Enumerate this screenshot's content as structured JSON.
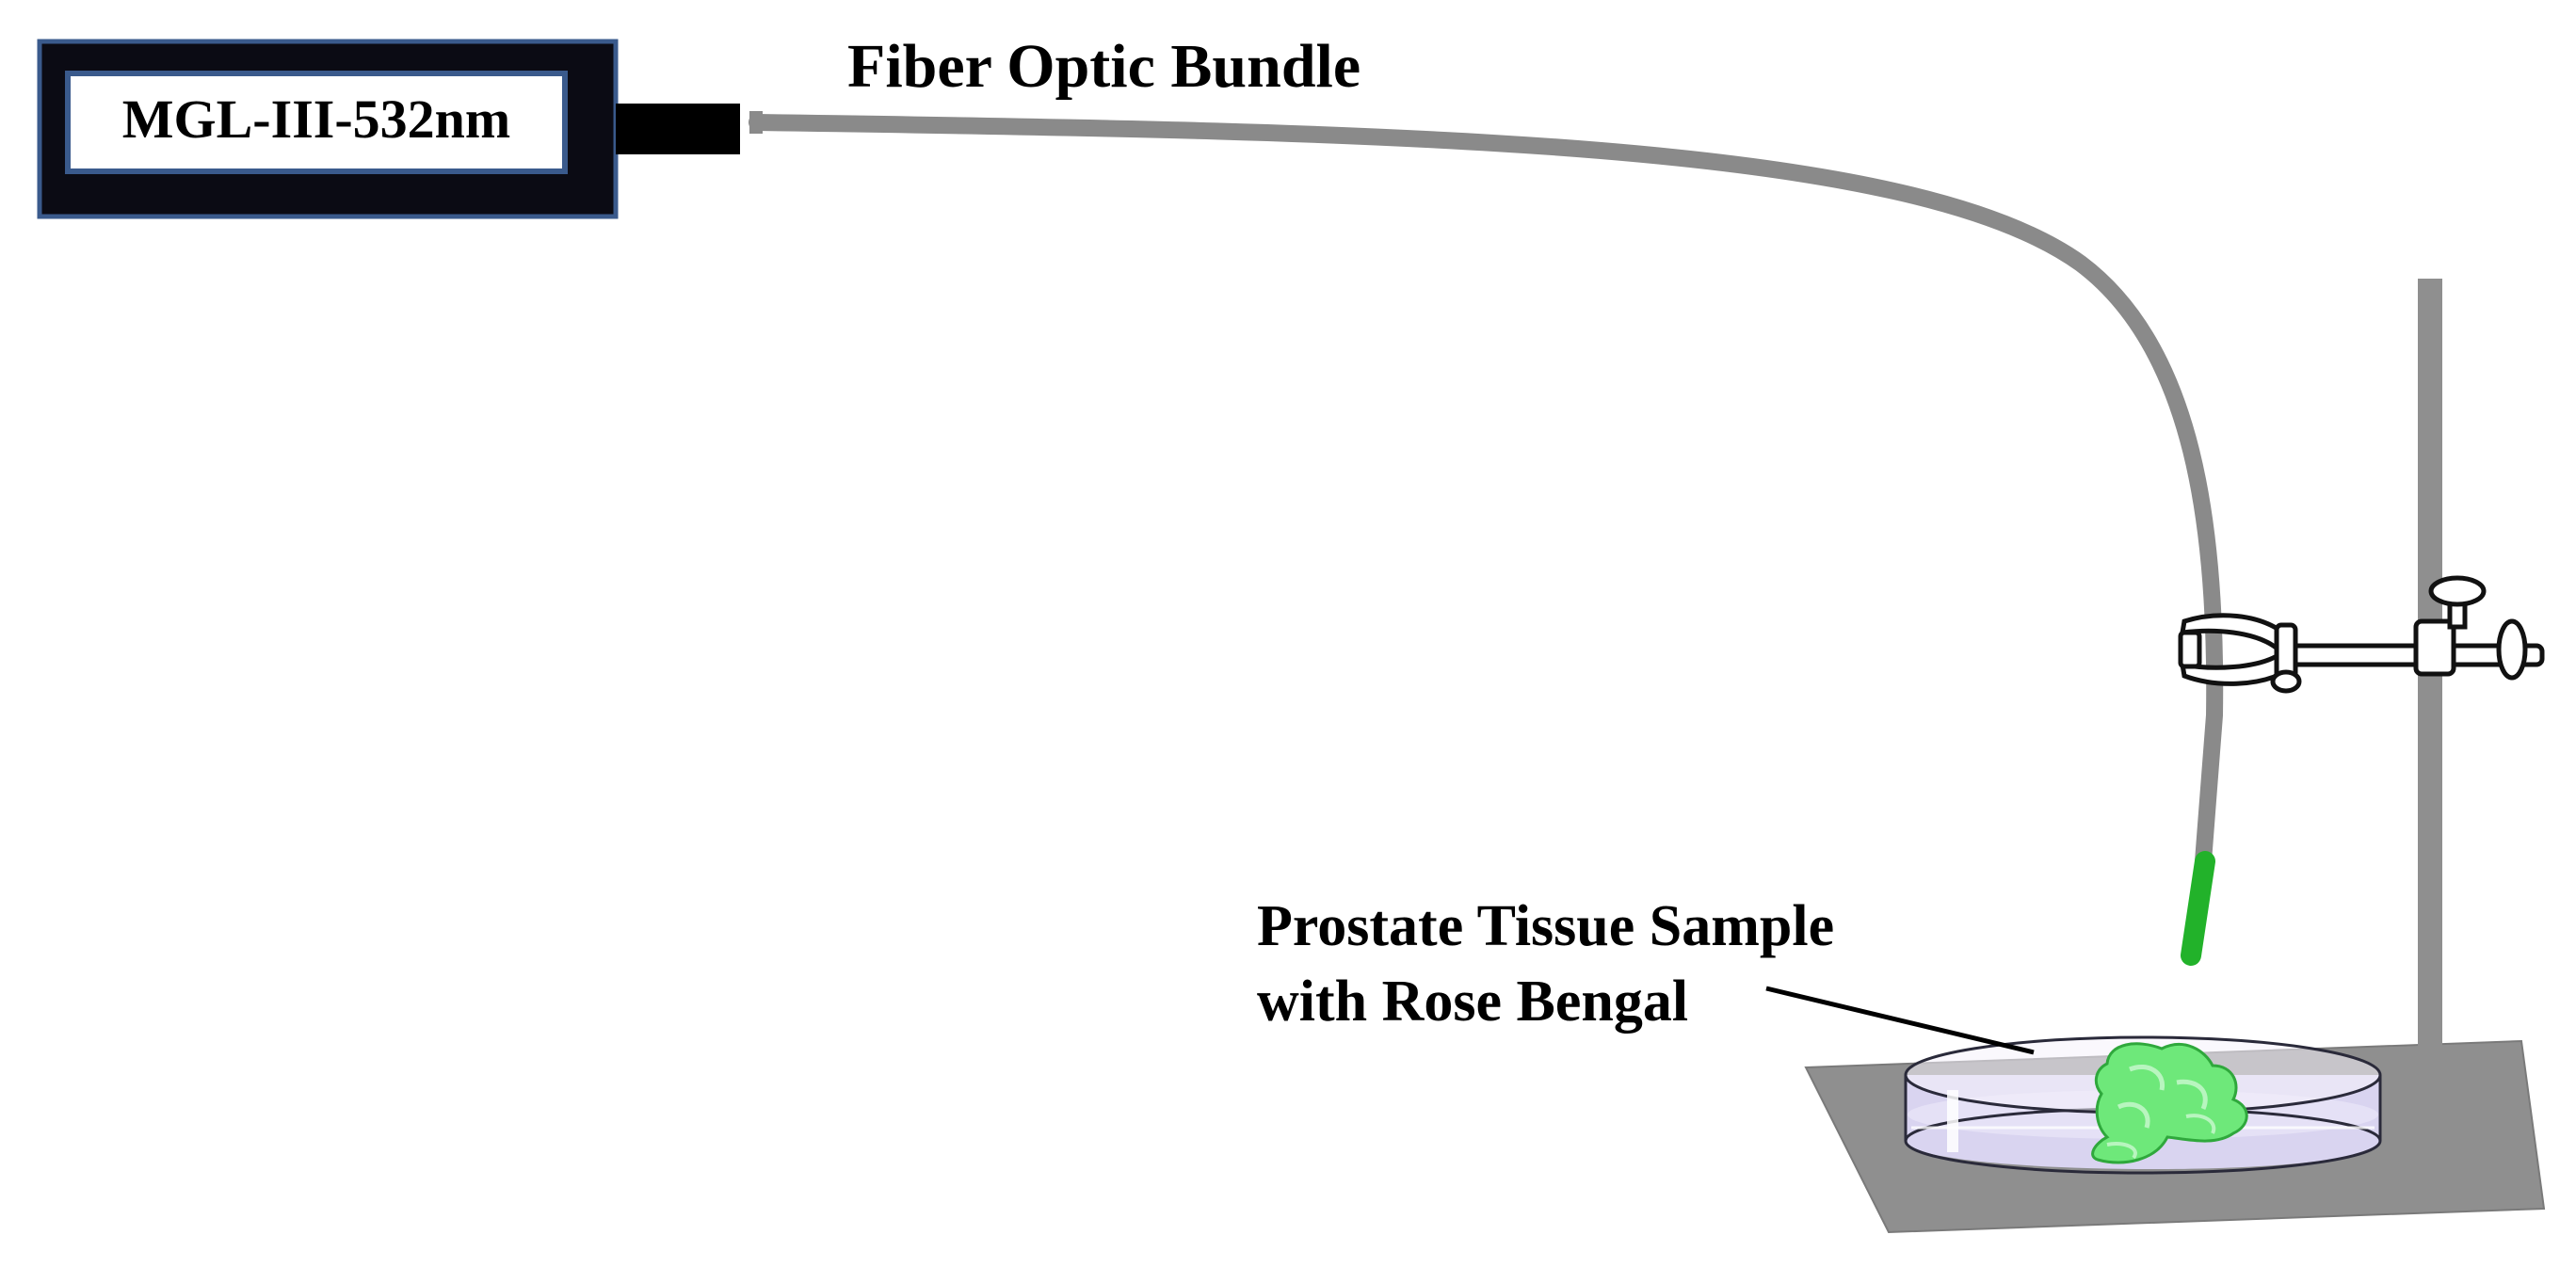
{
  "laser": {
    "model_label": "MGL-III-532nm"
  },
  "labels": {
    "fiber": "Fiber Optic Bundle",
    "sample_line1": "Prostate Tissue Sample",
    "sample_line2": "with Rose Bengal"
  },
  "colors": {
    "laser_body": "#0b0b14",
    "laser_border": "#3a5a8c",
    "fiber": "#8a8a8a",
    "fiber_tip": "#22b22a",
    "stand": "#8f8f8f",
    "dish_liquid": "#d9d4f0",
    "tissue": "#6ee87a"
  }
}
